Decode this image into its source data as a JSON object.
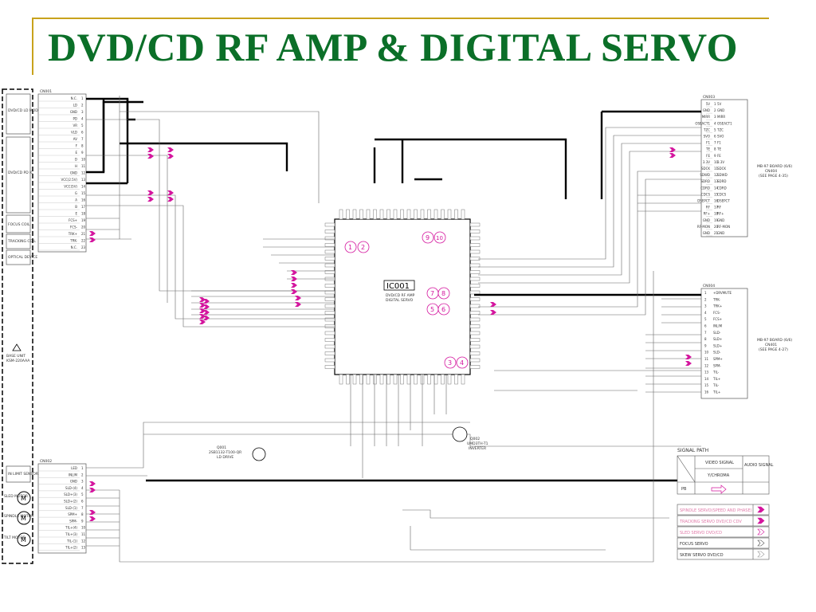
{
  "slide": {
    "title": "DVD/CD RF AMP & DIGITAL SERVO",
    "accent": "#0b6f28",
    "rule_color": "#c8a21c"
  },
  "chip": {
    "ref": "IC001",
    "desc_1": "DVD/CD RF AMP",
    "desc_2": "DIGITAL SERVO"
  },
  "callouts": {
    "n1": "1",
    "n2": "2",
    "n3": "3",
    "n4": "4",
    "n5": "5",
    "n6": "6",
    "n7": "7",
    "n8": "8",
    "n9": "9",
    "n10": "10"
  },
  "connectors": {
    "top_right_ref": "CN003",
    "top_right_board_1": "MB-97 BOARD (6/6)",
    "top_right_board_2": "CN404",
    "top_right_board_3": "(SEE PAGE 4-35)",
    "mid_right_ref": "CN004",
    "mid_right_board_1": "MB-97 BOARD (6/6)",
    "mid_right_board_2": "CN401",
    "mid_right_board_3": "(SEE PAGE 4-27)",
    "top_left_ref": "CN001",
    "bottom_left_ref": "CN002"
  },
  "left_blocks": {
    "pickup": "DVD/CD LD MODULE",
    "pd": "DVD/CD PD IC",
    "focus": "FOCUS COIL",
    "tracking": "TRACKING COIL",
    "optical": "OPTICAL DEVICE",
    "base_unit_1": "BASE UNIT",
    "base_unit_2": "KSM-220AAA",
    "inlimit": "IN LIMIT SENSOR",
    "sled": "SLED MOTOR",
    "spindle": "SPINDLE MOTOR",
    "tilt": "TILT MOTOR"
  },
  "connector_pins": {
    "cn001": [
      "N.C.",
      "LD",
      "GND",
      "PD",
      "VR",
      "VLD",
      "AV",
      "F",
      "E",
      "D",
      "H",
      "GND",
      "VCC(2.5V)",
      "VCC(5V)",
      "G",
      "A",
      "B",
      "E",
      "FCS+",
      "FCS-",
      "TRK+",
      "TRK-",
      "N.C."
    ],
    "cn003": [
      "5V",
      "GND",
      "MIRR",
      "OSEACT1",
      "TZC",
      "SVO",
      "F1",
      "TE",
      "FE",
      "3.3V",
      "SDCK",
      "SDWD",
      "SDRD",
      "CDRD",
      "CDCS",
      "DSEPCT",
      "RF",
      "RF+",
      "GND",
      "RF-MON",
      "GND"
    ],
    "cn004": [
      "+DRVMUTE",
      "TRK-",
      "TRK+",
      "FCS-",
      "FCS+",
      "INLIM",
      "SLD-",
      "SLD+",
      "SLD+",
      "SLD-",
      "SPM+",
      "SPM-",
      "TIL-",
      "TIL+",
      "TIL-",
      "TIL+"
    ],
    "cn002": [
      "LED",
      "INLIM",
      "GND",
      "SLD-(4)",
      "SLD+(3)",
      "SLD+(2)",
      "SLD-(1)",
      "SPM+",
      "SPM-",
      "TIL+(4)",
      "TIL+(3)",
      "TIL-(1)",
      "TIL+(2)"
    ]
  },
  "transistors": {
    "q001_1": "Q001",
    "q001_2": "2SB1132-T100-QR",
    "q001_3": "LD DRIVE",
    "q002_1": "Q002",
    "q002_2": "UMD3TH-T1",
    "q002_3": "INVERTER"
  },
  "legend": {
    "title": "SIGNAL PATH",
    "col_video": "VIDEO SIGNAL",
    "col_ychroma": "Y/CHROMA",
    "col_audio": "AUDIO SIGNAL",
    "row_pb": "PB",
    "items": [
      "SPINDLE SERVO(SPEED AND PHASE)",
      "TRACKING SERVO DVD/CD CDV",
      "SLED SERVO DVD/CD",
      "FOCUS SERVO",
      "SKEW SERVO DVD/CD"
    ]
  }
}
